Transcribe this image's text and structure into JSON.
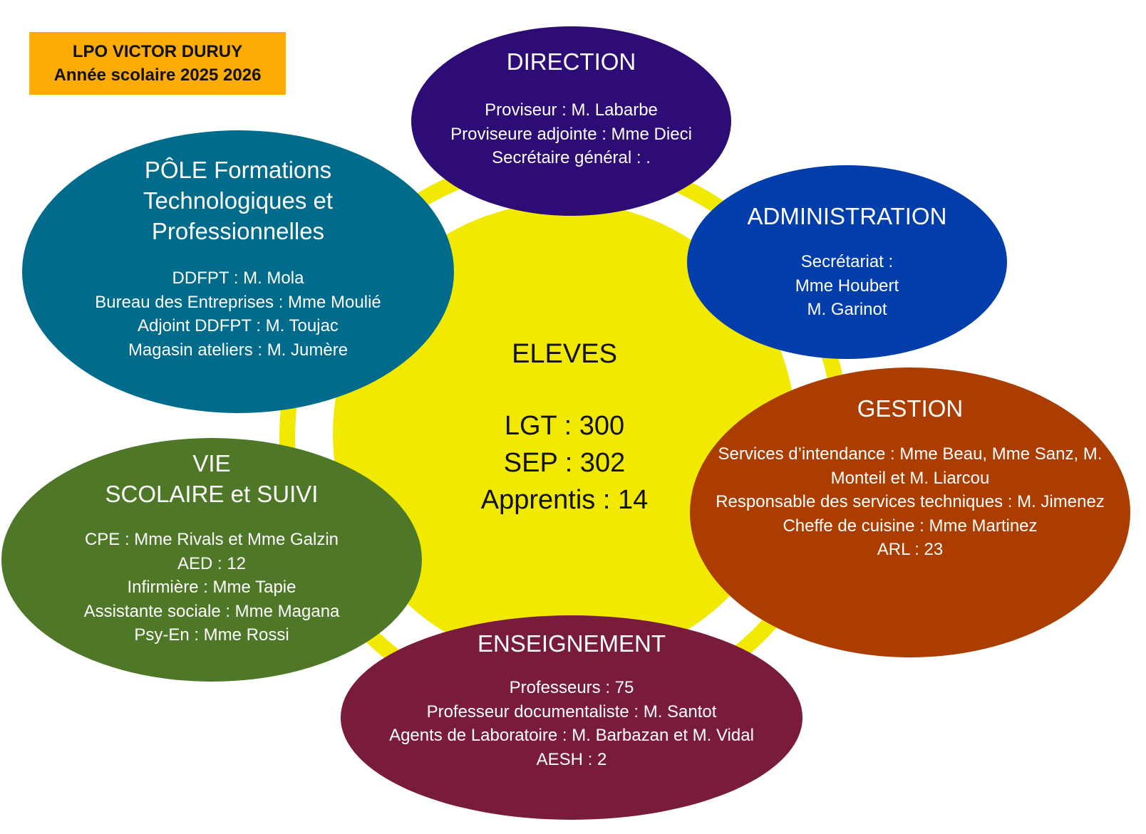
{
  "school": {
    "name": "LPO VICTOR DURUY",
    "year": "Année scolaire 2025 2026"
  },
  "colors": {
    "badge": "#fcac04",
    "sun": "#f2e900",
    "direction": "#2d0c76",
    "administration": "#023eab",
    "pole": "#016b8c",
    "gestion": "#ab3d00",
    "vie_scolaire": "#4e7828",
    "enseignement": "#791b3c"
  },
  "center": {
    "title": "ELEVES",
    "stats": [
      "LGT : 300",
      "SEP : 302",
      "Apprentis : 14"
    ]
  },
  "direction": {
    "title": "DIRECTION",
    "lines": [
      "Proviseur : M. Labarbe",
      "Proviseure adjointe : Mme Dieci",
      "Secrétaire général : ."
    ]
  },
  "administration": {
    "title": "ADMINISTRATION",
    "lines": [
      "Secrétariat :",
      "Mme Houbert",
      "M. Garinot"
    ]
  },
  "pole": {
    "title_lines": [
      "PÔLE Formations",
      "Technologiques et",
      "Professionnelles"
    ],
    "lines": [
      "DDFPT : M. Mola",
      "Bureau des Entreprises : Mme Moulié",
      "Adjoint DDFPT : M. Toujac",
      "Magasin ateliers : M. Jumère"
    ]
  },
  "gestion": {
    "title": "GESTION",
    "lines": [
      "Services d’intendance :  Mme Beau, Mme Sanz, M. Monteil et M. Liarcou",
      "Responsable des services techniques : M. Jimenez",
      "Cheffe de cuisine : Mme Martinez",
      "ARL : 23"
    ]
  },
  "vie_scolaire": {
    "title_lines": [
      "VIE",
      "SCOLAIRE et SUIVI"
    ],
    "lines": [
      "CPE : Mme Rivals et Mme Galzin",
      "AED : 12",
      "Infirmière : Mme Tapie",
      "Assistante sociale : Mme Magana",
      "Psy-En : Mme Rossi"
    ]
  },
  "enseignement": {
    "title": "ENSEIGNEMENT",
    "lines": [
      "Professeurs : 75",
      "Professeur documentaliste : M. Santot",
      "Agents de Laboratoire : M. Barbazan et M. Vidal",
      "AESH : 2"
    ]
  }
}
